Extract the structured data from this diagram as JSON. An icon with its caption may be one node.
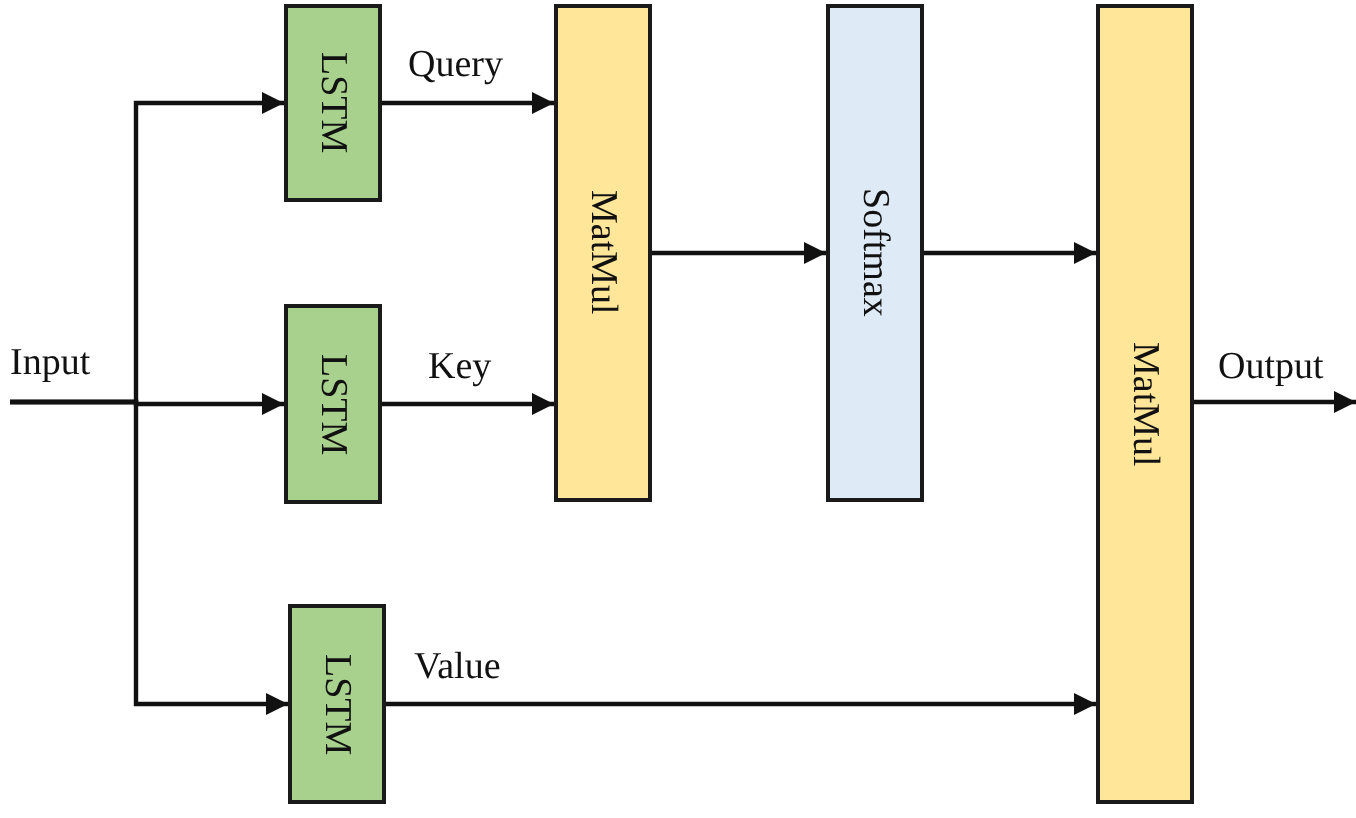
{
  "diagram": {
    "nodes": [
      {
        "text": [
          "Input"
        ]
      },
      {
        "text": [
          "LSTM"
        ]
      },
      {
        "text": [
          "LSTM"
        ]
      },
      {
        "text": [
          "LSTM"
        ]
      },
      {
        "text": [
          "MatMul"
        ]
      },
      {
        "text": [
          "Softmax"
        ]
      },
      {
        "text": [
          "MatMul"
        ]
      }
    ],
    "edges": [
      {
        "from": 0,
        "to": 1,
        "arrow": "to"
      },
      {
        "from": 0,
        "to": 2,
        "arrow": "to"
      },
      {
        "from": 0,
        "to": 3,
        "arrow": "to"
      },
      {
        "from": 1,
        "to": 4,
        "arrow": "to",
        "label": "Query"
      },
      {
        "from": 2,
        "to": 4,
        "arrow": "to",
        "label": "Key"
      },
      {
        "from": 3,
        "to": 6,
        "arrow": "to",
        "label": "Value"
      },
      {
        "from": 4,
        "to": 5,
        "arrow": "to"
      },
      {
        "from": 5,
        "to": 6,
        "arrow": "to"
      },
      {
        "from": 6,
        "to": null,
        "arrow": "to",
        "label": "Output"
      }
    ]
  }
}
